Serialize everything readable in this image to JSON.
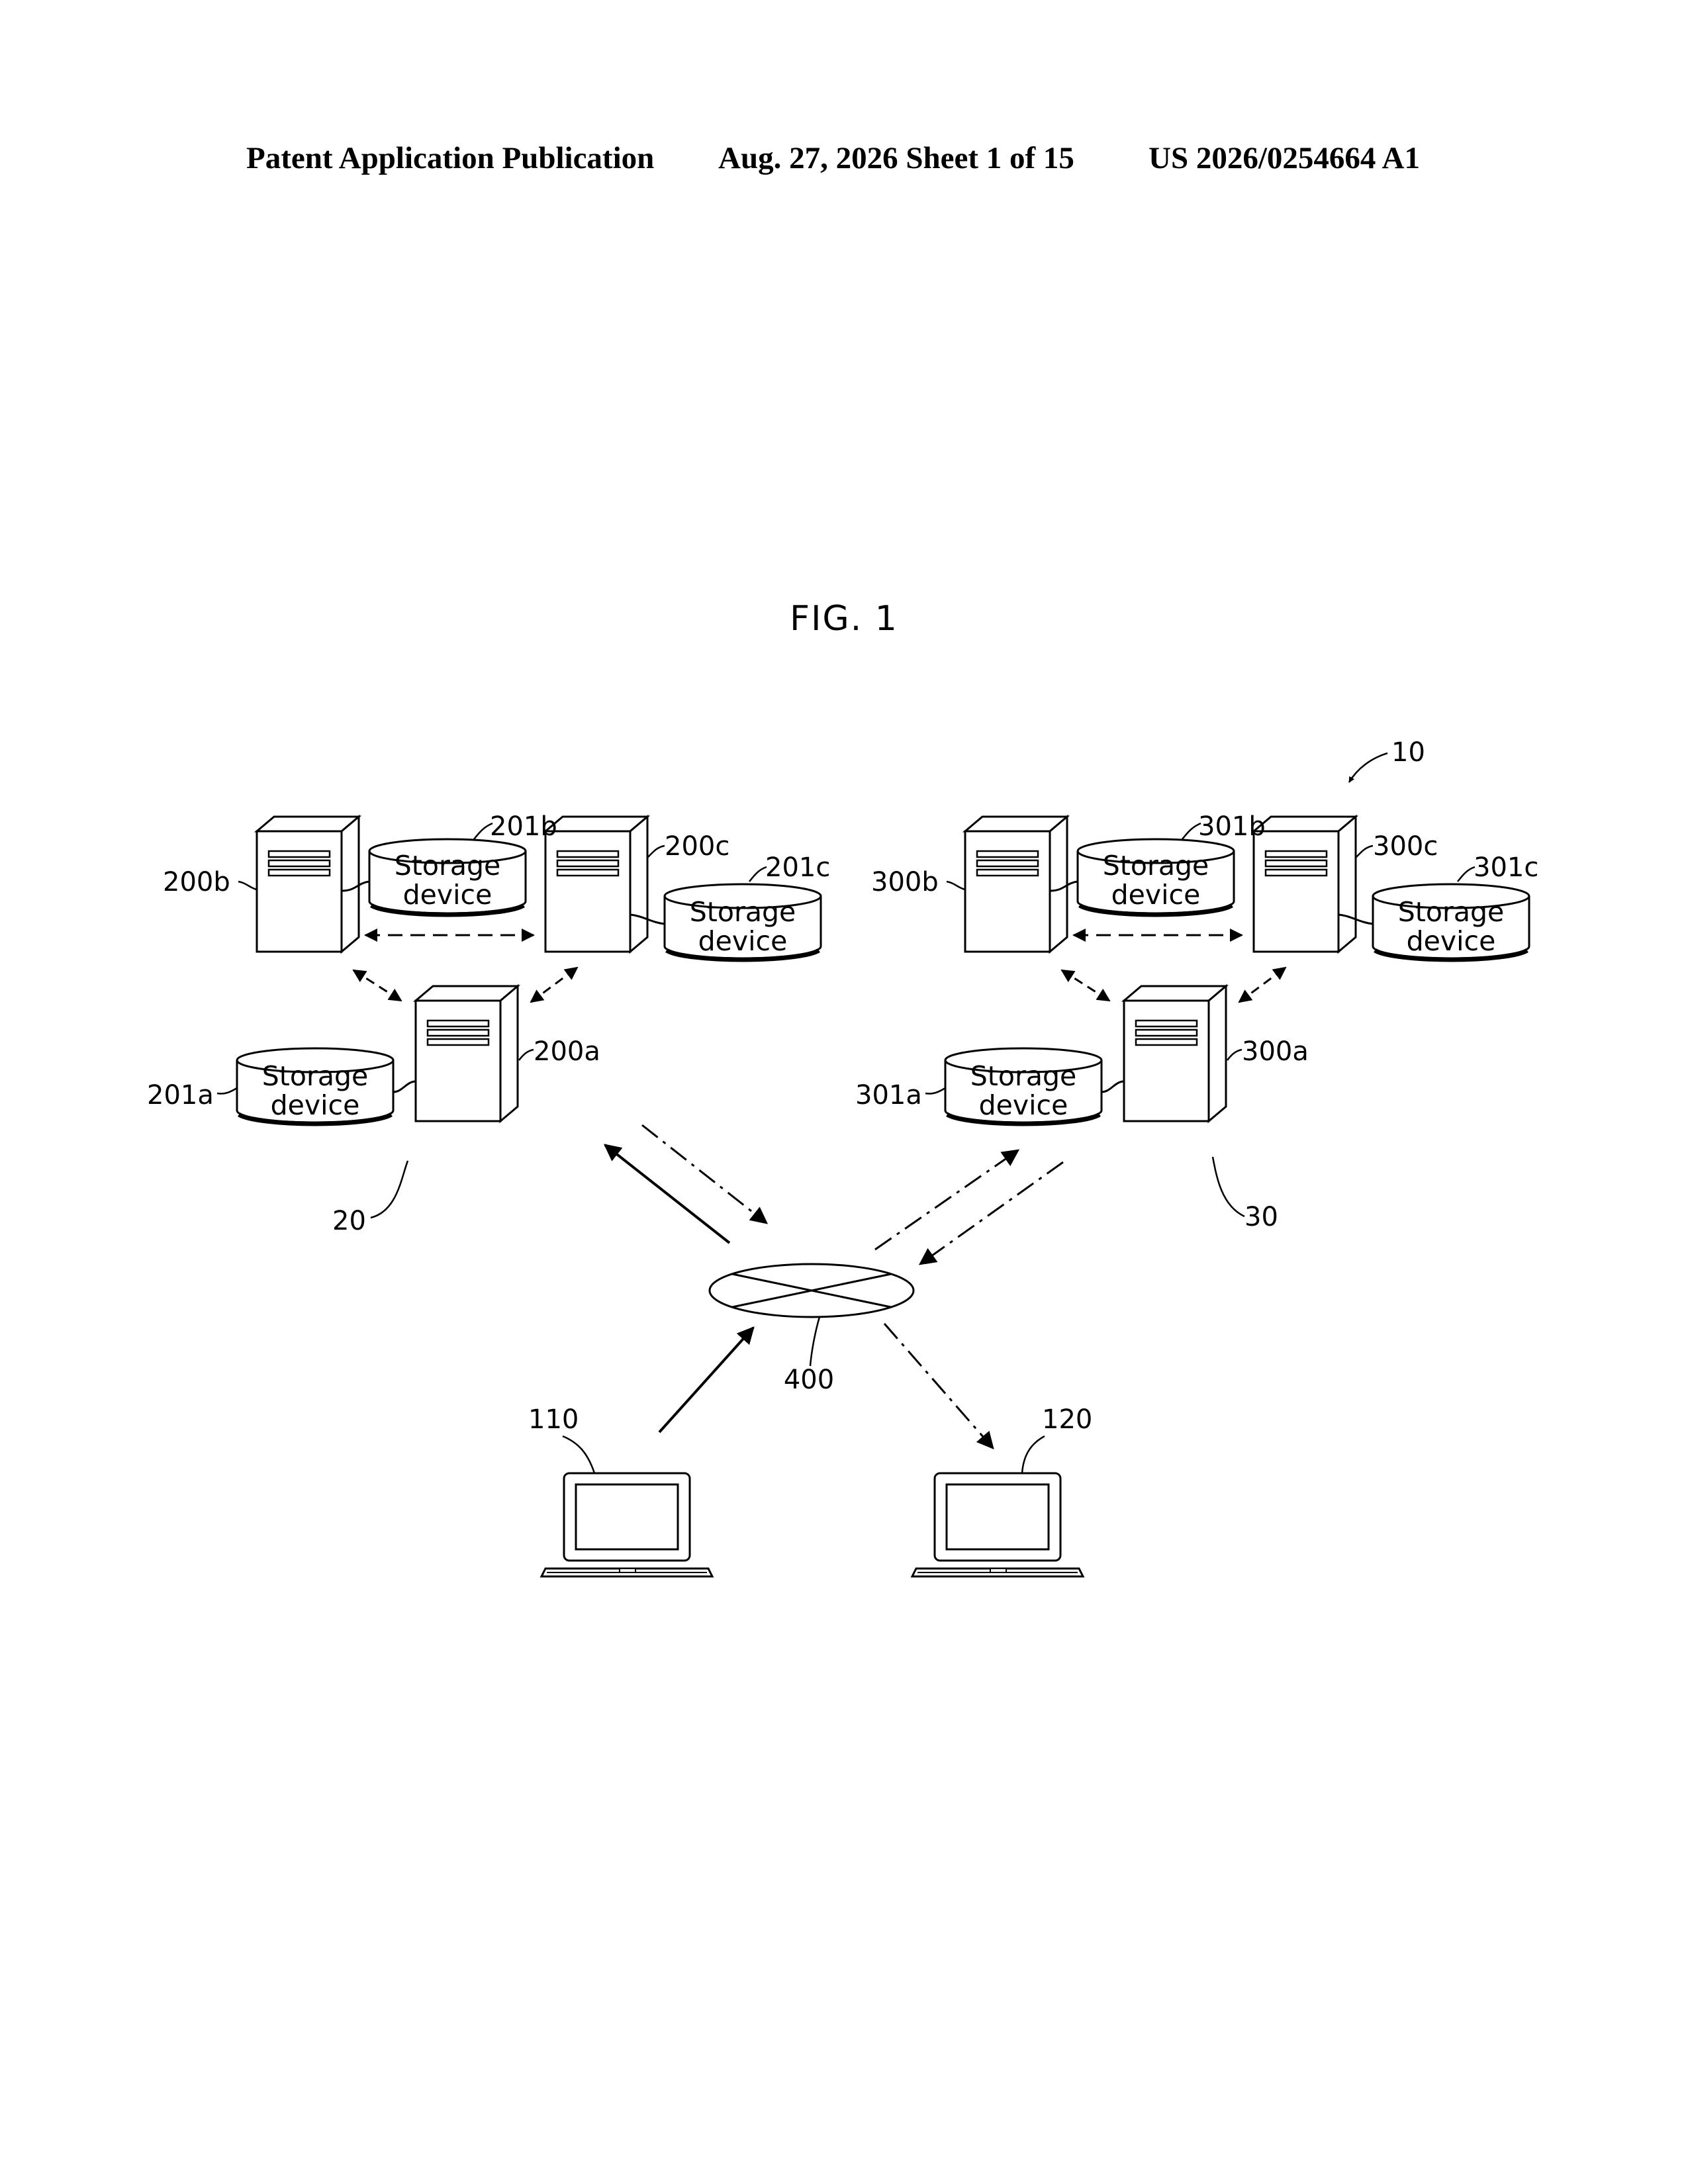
{
  "header": {
    "left": "Patent Application Publication",
    "date_sheet": "Aug. 27, 2026  Sheet 1 of 15",
    "pub_number": "US 2026/0254664 A1"
  },
  "figure": {
    "title": "FIG. 1",
    "device_label_line1": "Storage",
    "device_label_line2": "device",
    "refs": {
      "system": "10",
      "cluster_a": "20",
      "cluster_b": "30",
      "network": "400",
      "terminal_1": "110",
      "terminal_2": "120",
      "server_200a": "200a",
      "server_200b": "200b",
      "server_200c": "200c",
      "storage_201a": "201a",
      "storage_201b": "201b",
      "storage_201c": "201c",
      "server_300a": "300a",
      "server_300b": "300b",
      "server_300c": "300c",
      "storage_301a": "301a",
      "storage_301b": "301b",
      "storage_301c": "301c"
    }
  }
}
